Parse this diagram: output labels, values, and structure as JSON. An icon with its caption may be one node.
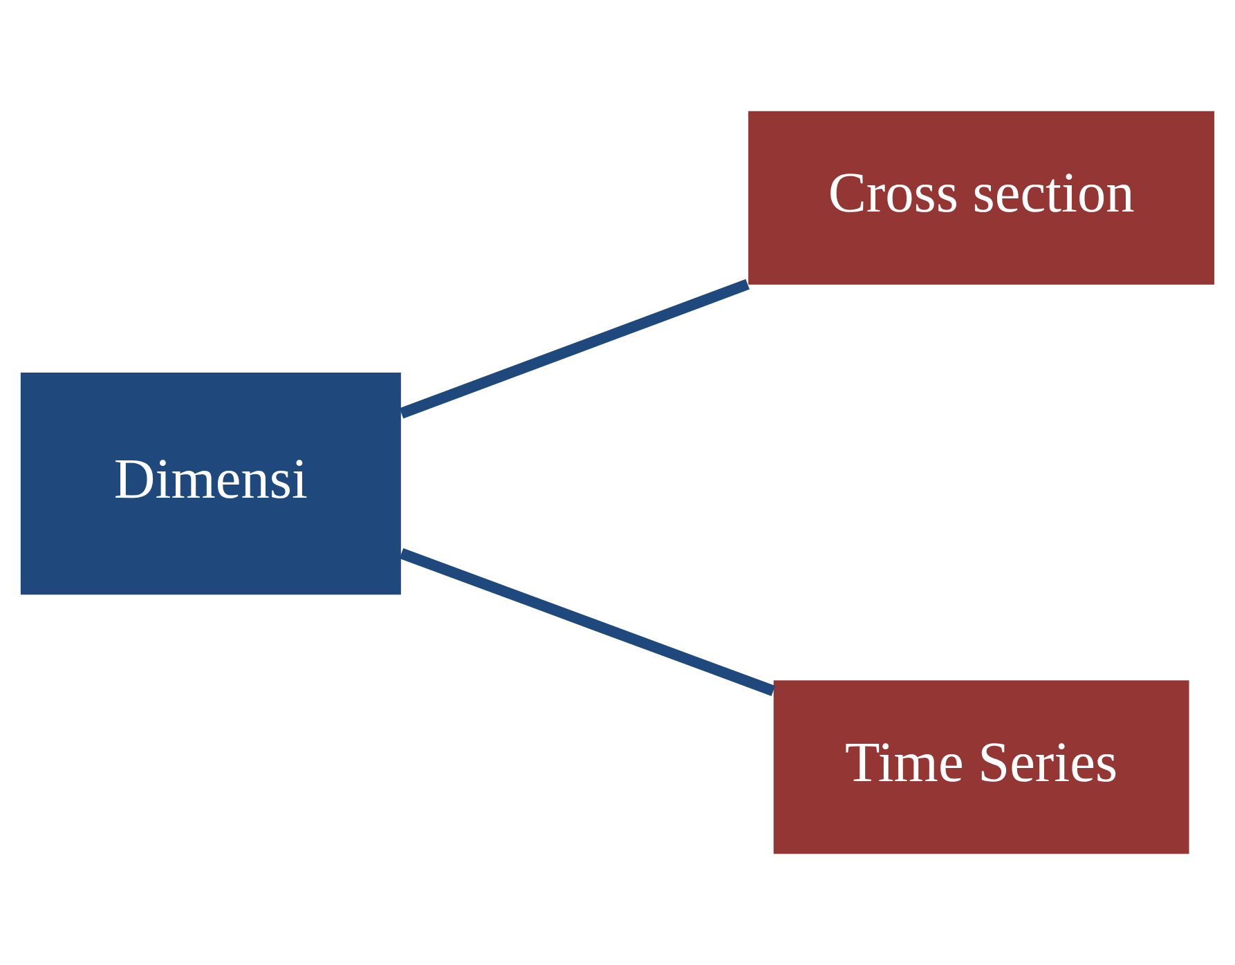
{
  "diagram": {
    "nodes": [
      {
        "text": [
          "Dimensi"
        ]
      },
      {
        "text": [
          "Cross section"
        ]
      },
      {
        "text": [
          "Time Series"
        ]
      }
    ],
    "edges": [
      {
        "from": 0,
        "to": 1,
        "arrow": "none"
      },
      {
        "from": 0,
        "to": 2,
        "arrow": "none"
      }
    ]
  }
}
